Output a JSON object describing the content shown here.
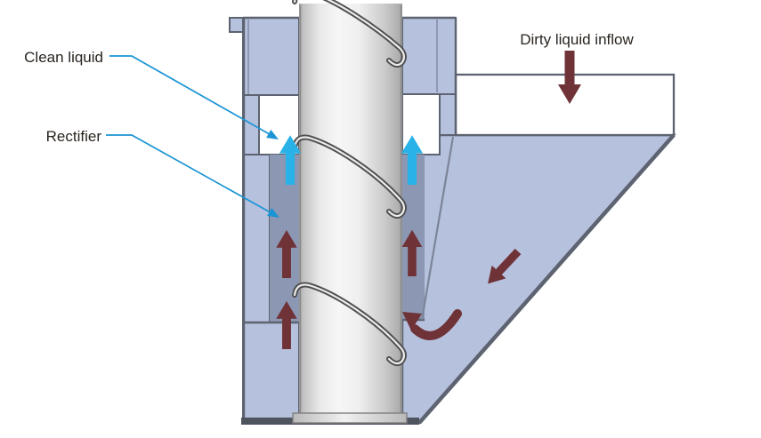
{
  "diagram": {
    "labels": {
      "clean_liquid": "Clean liquid",
      "rectifier": "Rectifier",
      "dirty_inflow": "Dirty liquid inflow"
    },
    "colors": {
      "background": "#ffffff",
      "housing": "#b6c1de",
      "channel": "#8c97b3",
      "outline": "#5d6370",
      "outline_soft": "#9aa3ba",
      "inner_edge": "#7c8498",
      "white": "#ffffff",
      "flow_dirty": "#6e3237",
      "flow_clean": "#29b2e8",
      "leader": "#1b94d5",
      "label_text": "#29241f",
      "base_bar": "#4e535e"
    }
  }
}
